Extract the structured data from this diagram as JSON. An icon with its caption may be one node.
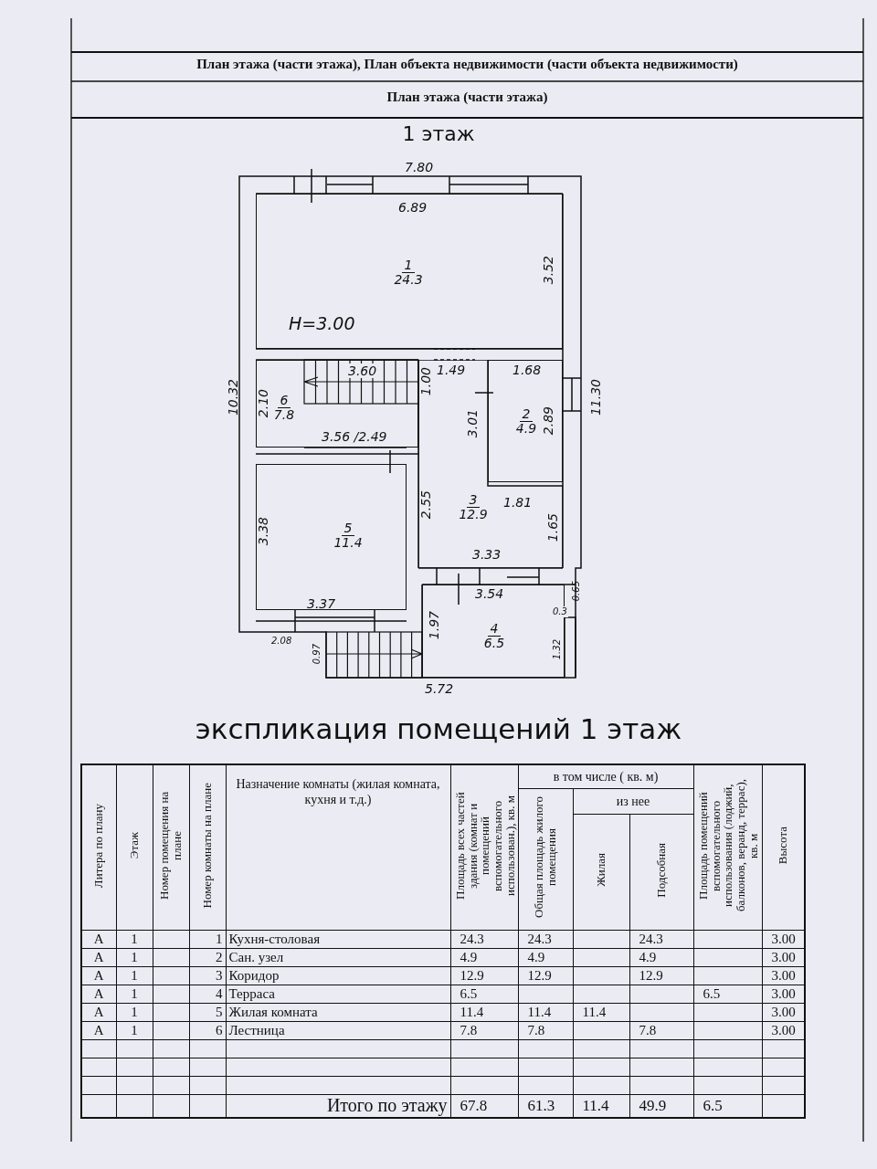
{
  "diagram": {
    "nodes": [
      {
        "text": [
          "1",
          "24.3"
        ]
      },
      {
        "text": [
          "6",
          "7.8"
        ]
      },
      {
        "text": [
          "2",
          "4.9"
        ]
      },
      {
        "text": [
          "3",
          "12.9"
        ]
      },
      {
        "text": [
          "5",
          "11.4"
        ]
      },
      {
        "text": [
          "4",
          "6.5"
        ]
      }
    ],
    "labels": [
      "План этажа (части этажа), План объекта недвижимости (части объекта недвижимости)",
      "План этажа (части этажа)",
      "1 этаж",
      "7.80",
      "6.89",
      "3.52",
      "H=3.00",
      "3.60",
      "1.00",
      "1.49",
      "1.68",
      "10.32",
      "2.10",
      "3.01",
      "2.89",
      "11.30",
      "3.56 /2.49",
      "2.55",
      "1.81",
      "3.38",
      "1.65",
      "3.33",
      "3.54",
      "3.37",
      "0.3",
      "0.65",
      "1.97",
      "2.08",
      "0.97",
      "1.32",
      "5.72",
      "экспликация помещений 1 этаж",
      "Литера по плану",
      "Этаж",
      "Номер помещения на плане",
      "Номер комнаты на плане",
      "Назначение комнаты (жилая комната, кухня и т.д.)",
      "Площадь всех частей здания (комнат и помещений вспомогательного использован.), кв. м",
      "в том числе ( кв. м)",
      "Общая площадь жилого помещения",
      "из нее",
      "Жилая",
      "Подсобная",
      "Площадь помещений вспомогательного использования (лоджий, балконов, веранд, террас), кв. м",
      "Высота",
      "А",
      "1",
      "1",
      "Кухня-столовая",
      "24.3",
      "24.3",
      "24.3",
      "3.00",
      "А",
      "1",
      "2",
      "Сан. узел",
      "4.9",
      "4.9",
      "4.9",
      "3.00",
      "А",
      "1",
      "3",
      "Коридор",
      "12.9",
      "12.9",
      "12.9",
      "3.00",
      "А",
      "1",
      "4",
      "Терраса",
      "6.5",
      "6.5",
      "3.00",
      "А",
      "1",
      "5",
      "Жилая комната",
      "11.4",
      "11.4",
      "11.4",
      "3.00",
      "А",
      "1",
      "6",
      "Лестница",
      "7.8",
      "7.8",
      "7.8",
      "3.00",
      "Итого по этажу",
      "67.8",
      "61.3",
      "11.4",
      "49.9",
      "6.5"
    ]
  }
}
